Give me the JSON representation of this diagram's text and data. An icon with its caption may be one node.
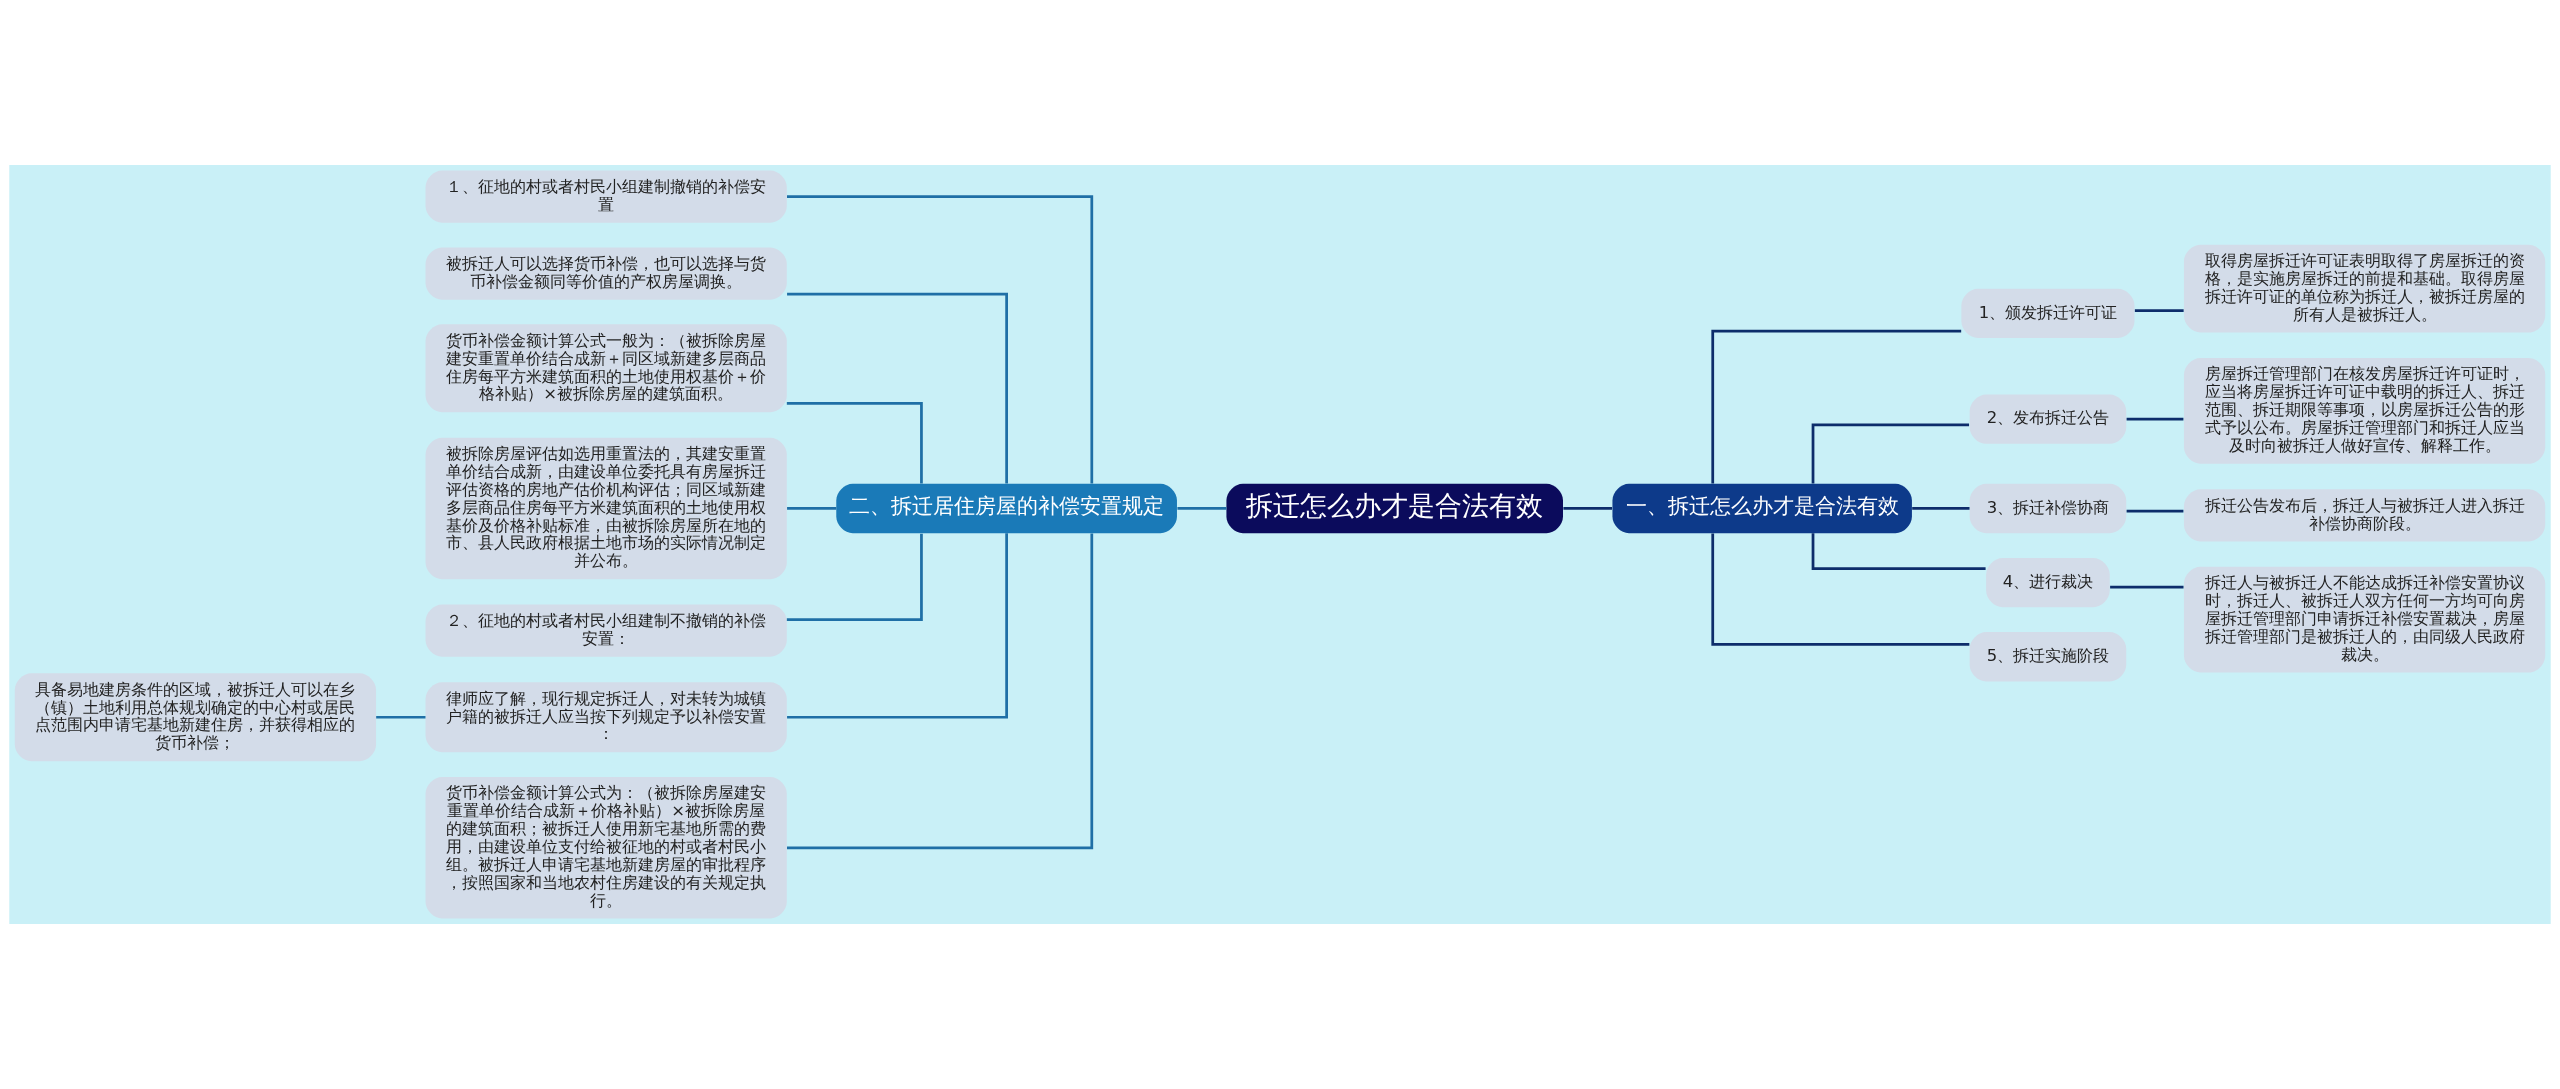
{
  "diagram": {
    "nodes": [
      {
        "text": [
          "拆迁怎么办才是合法有效"
        ]
      },
      {
        "text": [
          "一、拆迁怎么办才是合法有效"
        ]
      },
      {
        "text": [
          "1、颁发拆迁许可证"
        ]
      },
      {
        "text": [
          "取得房屋拆迁许可证表明取得了房屋拆迁的资格，是实施房屋拆迁的前提和基础。取得房屋拆迁许可证的单位称为拆迁人，被拆迁房屋的所有人是被拆迁人。"
        ]
      },
      {
        "text": [
          "2、发布拆迁公告"
        ]
      },
      {
        "text": [
          "房屋拆迁管理部门在核发房屋拆迁许可证时，应当将房屋拆迁许可证中载明的拆迁人、拆迁范围、拆迁期限等事项，以房屋拆迁公告的形式予以公布。房屋拆迁管理部门和拆迁人应当及时向被拆迁人做好宣传、解释工作。"
        ]
      },
      {
        "text": [
          "3、拆迁补偿协商"
        ]
      },
      {
        "text": [
          "拆迁公告发布后，拆迁人与被拆迁人进入拆迁补偿协商阶段。"
        ]
      },
      {
        "text": [
          "4、进行裁决"
        ]
      },
      {
        "text": [
          "拆迁人与被拆迁人不能达成拆迁补偿安置协议时，拆迁人、被拆迁人双方任何一方均可向房屋拆迁管理部门申请拆迁补偿安置裁决，房屋拆迁管理部门是被拆迁人的，由同级人民政府裁决。"
        ]
      },
      {
        "text": [
          "5、拆迁实施阶段"
        ]
      },
      {
        "text": [
          "二、拆迁居住房屋的补偿安置规定"
        ]
      },
      {
        "text": [
          "１、征地的村或者村民小组建制撤销的补偿安置"
        ]
      },
      {
        "text": [
          "被拆迁人可以选择货币补偿，也可以选择与货币补偿金额同等价值的产权房屋调换。"
        ]
      },
      {
        "text": [
          "货币补偿金额计算公式一般为：（被拆除房屋建安重置单价结合成新＋同区域新建多层商品住房每平方米建筑面积的土地使用权基价＋价格补贴）×被拆除房屋的建筑面积。"
        ]
      },
      {
        "text": [
          "被拆除房屋评估如选用重置法的，其建安重置单价结合成新，由建设单位委托具有房屋拆迁评估资格的房地产估价机构评估；同区域新建多层商品住房每平方米建筑面积的土地使用权基价及价格补贴标准，由被拆除房屋所在地的市、县人民政府根据土地市场的实际情况制定并公布。"
        ]
      },
      {
        "text": [
          "２、征地的村或者村民小组建制不撤销的补偿安置："
        ]
      },
      {
        "text": [
          "律师应了解，现行规定拆迁人，对未转为城镇户籍的被拆迁人应当按下列规定予以补偿安置："
        ]
      },
      {
        "text": [
          "货币补偿金额计算公式为：（被拆除房屋建安重置单价结合成新＋价格补贴）×被拆除房屋的建筑面积；被拆迁人使用新宅基地所需的费用，由建设单位支付给被征地的村或者村民小组。被拆迁人申请宅基地新建房屋的审批程序，按照国家和当地农村住房建设的有关规定执行。"
        ]
      },
      {
        "text": [
          "具备易地建房条件的区域，被拆迁人可以在乡（镇）土地利用总体规划确定的中心村或居民点范围内申请宅基地新建住房，并获得相应的货币补偿；"
        ]
      }
    ],
    "edges": [
      {
        "from": 0,
        "to": 1,
        "arrow": "none"
      },
      {
        "from": 1,
        "to": 2,
        "arrow": "none"
      },
      {
        "from": 2,
        "to": 3,
        "arrow": "none"
      },
      {
        "from": 1,
        "to": 4,
        "arrow": "none"
      },
      {
        "from": 4,
        "to": 5,
        "arrow": "none"
      },
      {
        "from": 1,
        "to": 6,
        "arrow": "none"
      },
      {
        "from": 6,
        "to": 7,
        "arrow": "none"
      },
      {
        "from": 1,
        "to": 8,
        "arrow": "none"
      },
      {
        "from": 8,
        "to": 9,
        "arrow": "none"
      },
      {
        "from": 1,
        "to": 10,
        "arrow": "none"
      },
      {
        "from": 0,
        "to": 11,
        "arrow": "none",
        "color": "#1f6fa6"
      },
      {
        "from": 11,
        "to": 12,
        "arrow": "none",
        "color": "#1f6fa6"
      },
      {
        "from": 11,
        "to": 13,
        "arrow": "none",
        "color": "#1f6fa6"
      },
      {
        "from": 11,
        "to": 14,
        "arrow": "none",
        "color": "#1f6fa6"
      },
      {
        "from": 11,
        "to": 15,
        "arrow": "none",
        "color": "#1f6fa6"
      },
      {
        "from": 11,
        "to": 16,
        "arrow": "none",
        "color": "#1f6fa6"
      },
      {
        "from": 11,
        "to": 17,
        "arrow": "none",
        "color": "#1f6fa6"
      },
      {
        "from": 11,
        "to": 18,
        "arrow": "none",
        "color": "#1f6fa6"
      },
      {
        "from": 17,
        "to": 19,
        "arrow": "none",
        "color": "#1f6fa6"
      }
    ]
  }
}
